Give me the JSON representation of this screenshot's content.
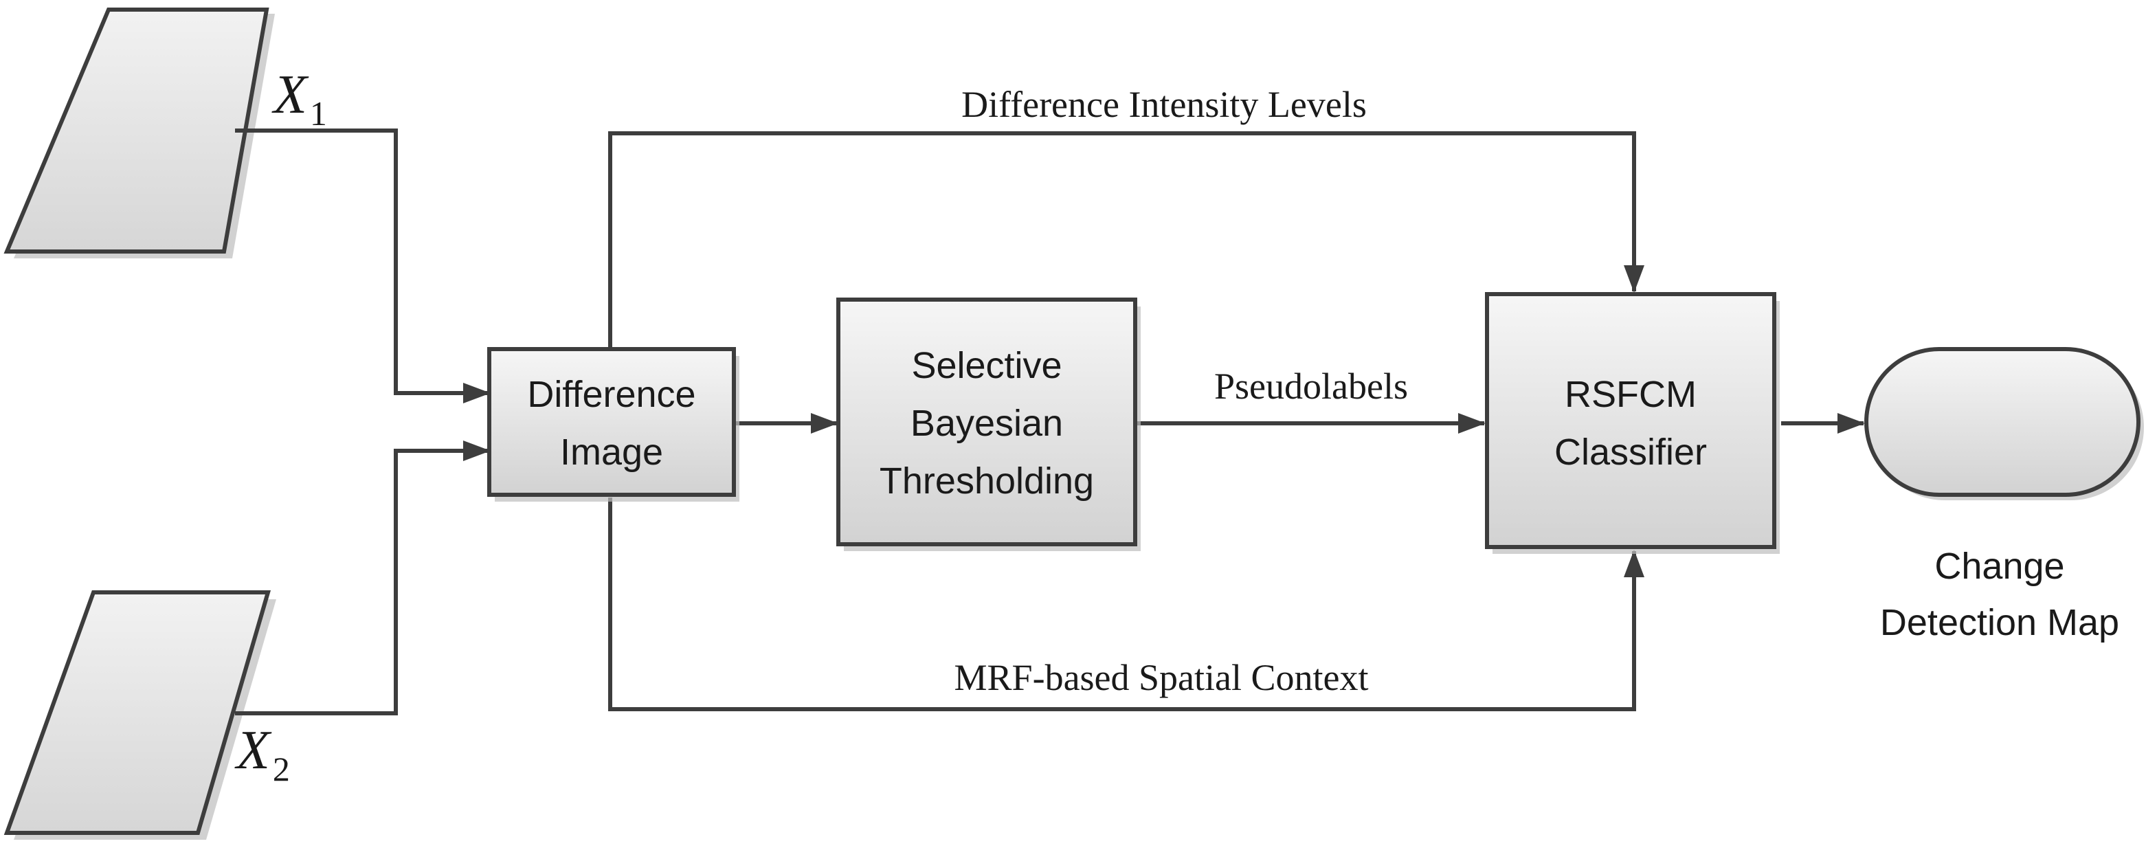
{
  "inputs": {
    "x1": {
      "symbol": "X",
      "subscript": "1"
    },
    "x2": {
      "symbol": "X",
      "subscript": "2"
    }
  },
  "boxes": {
    "difference_image": {
      "line1": "Difference",
      "line2": "Image"
    },
    "thresholding": {
      "line1": "Selective",
      "line2": "Bayesian",
      "line3": "Thresholding"
    },
    "classifier": {
      "line1": "RSFCM",
      "line2": "Classifier"
    }
  },
  "edges": {
    "top": "Difference Intensity Levels",
    "middle": "Pseudolabels",
    "bottom": "MRF-based Spatial Context"
  },
  "output": {
    "line1": "Change",
    "line2": "Detection Map"
  },
  "colors": {
    "stroke": "#3d3d3d",
    "fill_light": "#f4f4f4",
    "fill_dark": "#cfcfcf",
    "shadow": "#bdbdbd"
  }
}
